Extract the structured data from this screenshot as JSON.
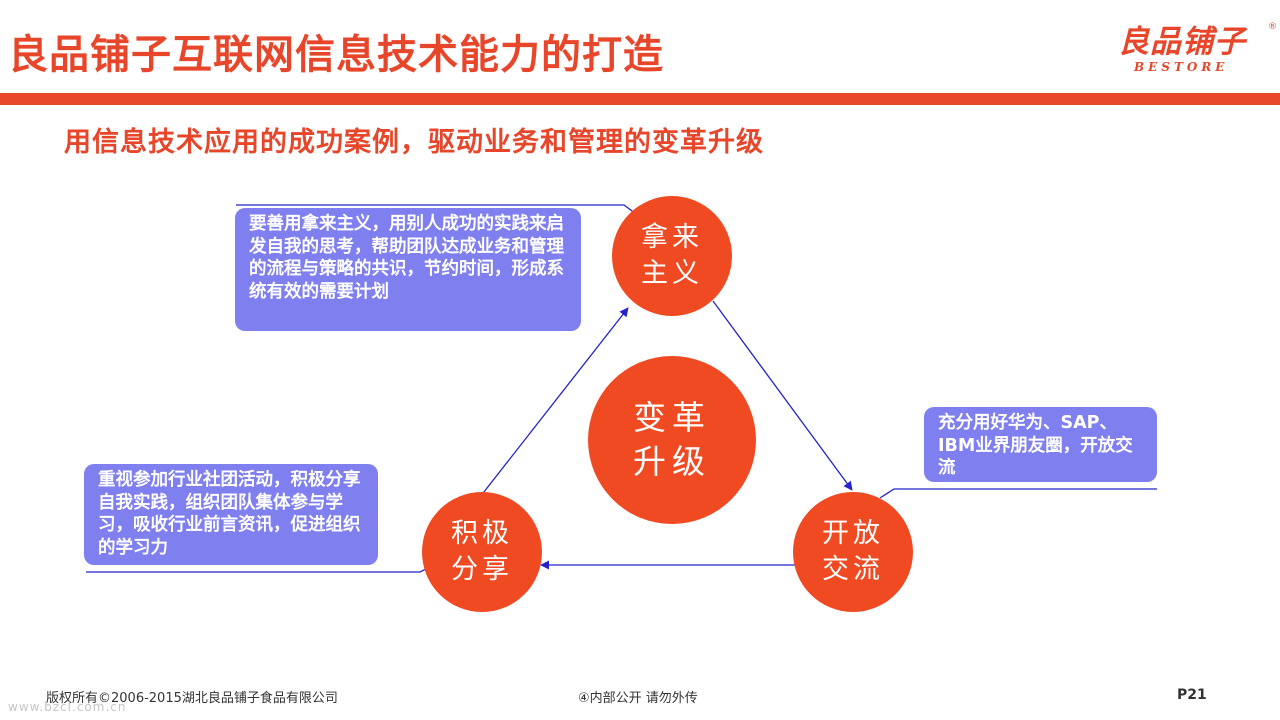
{
  "header": {
    "title": "良品铺子互联网信息技术能力的打造",
    "logo_text": "良品铺子",
    "logo_reg": "®",
    "logo_sub": "BESTORE"
  },
  "subtitle": "用信息技术应用的成功案例，驱动业务和管理的变革升级",
  "diagram": {
    "center": {
      "line1": "变革",
      "line2": "升级"
    },
    "nodes": {
      "top": {
        "line1": "拿来",
        "line2": "主义"
      },
      "right": {
        "line1": "开放",
        "line2": "交流"
      },
      "left": {
        "line1": "积极",
        "line2": "分享"
      }
    },
    "notes": {
      "top": "要善用拿来主义，用别人成功的实践来启发自我的思考，帮助团队达成业务和管理的流程与策略的共识，节约时间，形成系统有效的需要计划",
      "right": "充分用好华为、SAP、 IBM业界朋友圈，开放交流",
      "left": "重视参加行业社团活动，积极分享自我实践，组织团队集体参与学习，吸收行业前言资讯，促进组织的学习力"
    },
    "colors": {
      "circle": "#ef4a22",
      "note": "#7f7ff0",
      "connector": "#2323c8"
    }
  },
  "footer": {
    "copyright": "版权所有©2006-2015湖北良品铺子食品有限公司",
    "notice": "④内部公开 请勿外传",
    "page": "P21",
    "watermark": "www.bzcl.com.cn"
  }
}
